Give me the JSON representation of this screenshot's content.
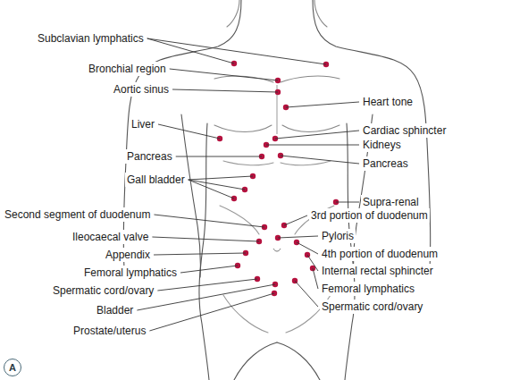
{
  "diagram": {
    "nodes": [
      {
        "text": [
          "A"
        ]
      }
    ],
    "labels": [
      "Subclavian lymphatics",
      "Bronchial region",
      "Aortic sinus",
      "Heart tone",
      "Liver",
      "Cardiac sphincter",
      "Kidneys",
      "Pancreas",
      "Pancreas",
      "Gall bladder",
      "Supra-renal",
      "Second segment of duodenum",
      "3rd portion of duodenum",
      "Pyloris",
      "Ileocaecal valve",
      "4th portion of duodenum",
      "Appendix",
      "Internal rectal sphincter",
      "Femoral lymphatics",
      "Femoral lymphatics",
      "Spermatic cord/ovary",
      "Spermatic cord/ovary",
      "Bladder",
      "Prostate/uterus"
    ]
  }
}
